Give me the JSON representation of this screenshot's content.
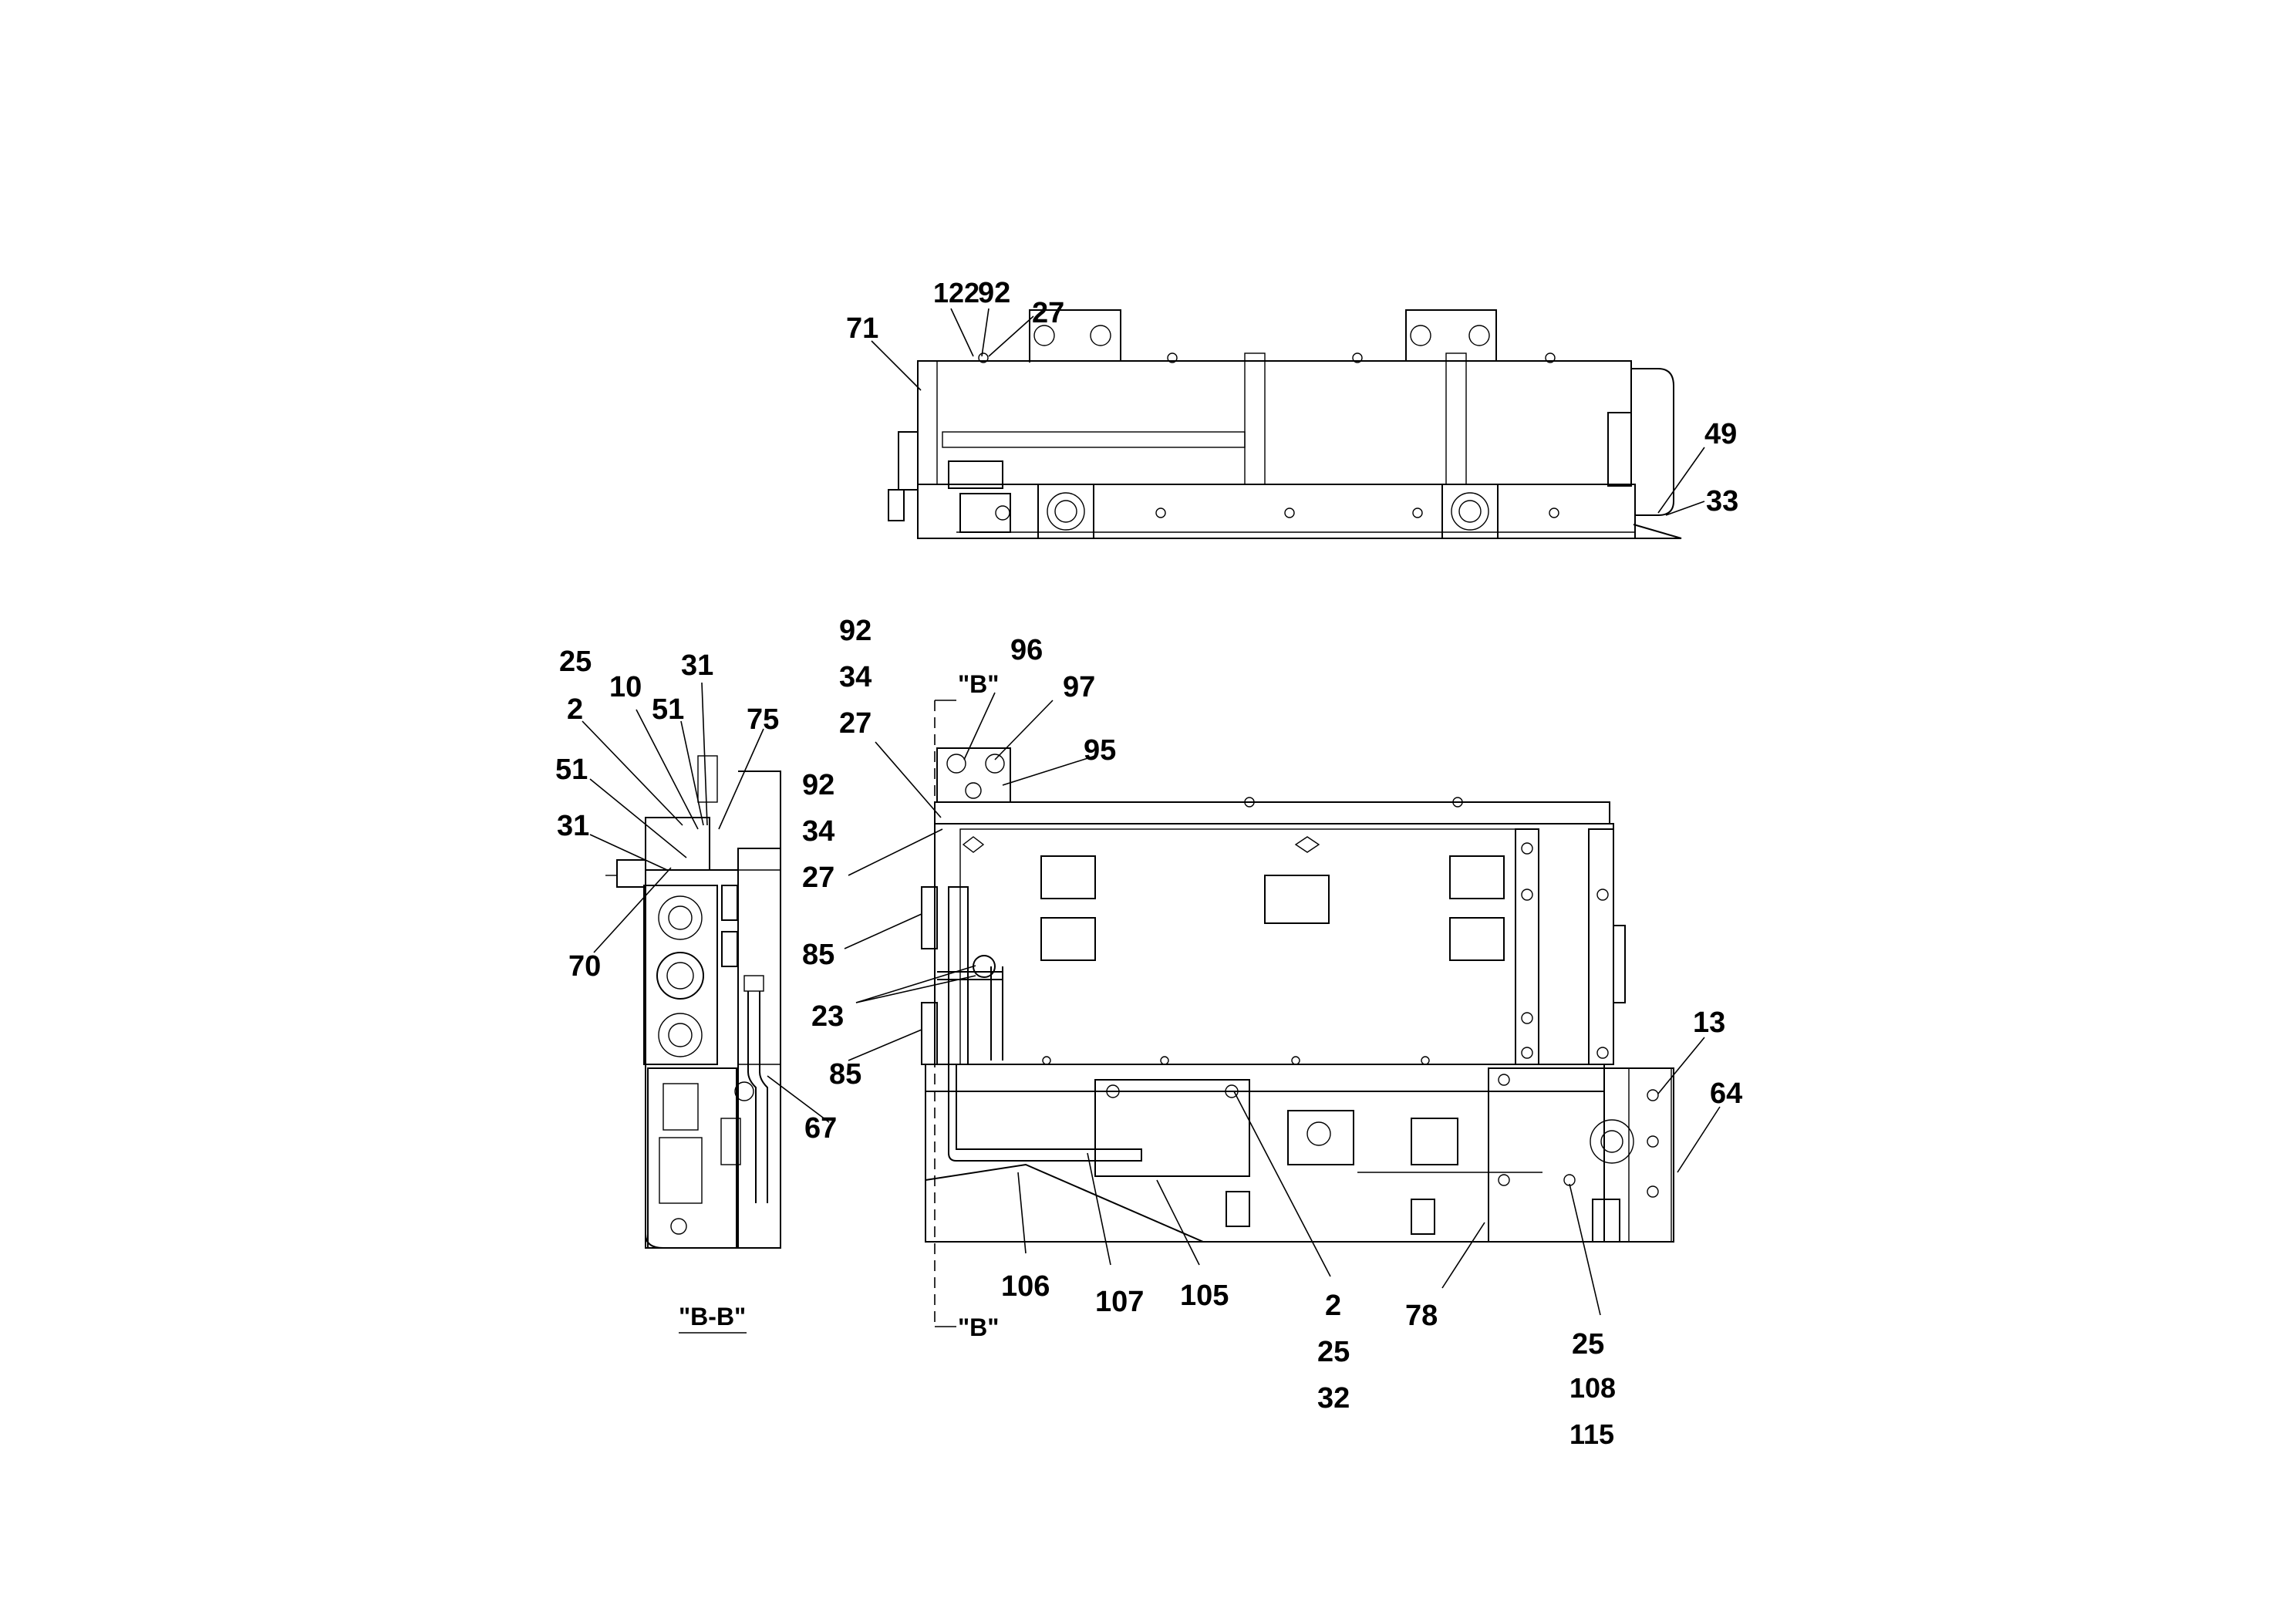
{
  "top_view": {
    "callouts": [
      "71",
      "122",
      "92",
      "27",
      "49",
      "33"
    ]
  },
  "section_view": {
    "title": "\"B-B\"",
    "callouts": [
      "25",
      "2",
      "10",
      "51",
      "31",
      "75",
      "51",
      "31",
      "70",
      "67"
    ]
  },
  "front_view": {
    "section_mark_top": "\"B\"",
    "section_mark_bottom": "\"B\"",
    "callouts_left": [
      "92",
      "34",
      "27",
      "92",
      "34",
      "27",
      "85",
      "23",
      "85"
    ],
    "callouts_top": [
      "96",
      "97",
      "95"
    ],
    "callouts_right": [
      "13",
      "64"
    ],
    "callouts_bottom": [
      "106",
      "107",
      "105",
      "2",
      "25",
      "32",
      "78",
      "25",
      "108",
      "115"
    ]
  }
}
